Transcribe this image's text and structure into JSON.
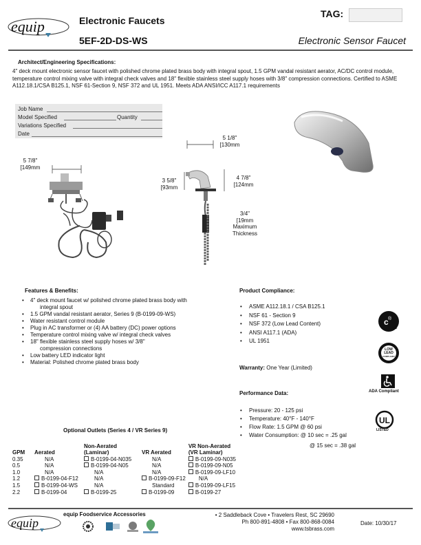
{
  "header": {
    "brand_logo_text": "equip",
    "category": "Electronic Faucets",
    "model": "5EF-2D-DS-WS",
    "product_name": "Electronic Sensor Faucet",
    "tag_label": "TAG:"
  },
  "spec": {
    "heading": "Architect/Engineering Specifications:",
    "body": "4\" deck mount electronic sensor faucet with polished chrome plated brass body with integral spout, 1.5 GPM vandal resistant aerator, AC/DC control module, temperature control mixing valve with integral check valves and 18\" flexible stainless steel supply hoses with 3/8\" compression connections.  Certified to ASME A112.18.1/CSA B125.1, NSF 61-Section 9, NSF 372 and UL 1951.  Meets ADA ANSI/ICC A117.1 requirements"
  },
  "job_fields": {
    "job_name": "Job Name",
    "model_specified": "Model Specified",
    "quantity": "Quantity",
    "variations": "Variations Specified",
    "date": "Date"
  },
  "dimensions": {
    "d1_in": "5 7/8\"",
    "d1_mm": "149mm",
    "d2_in": "5 1/8\"",
    "d2_mm": "130mm",
    "d3_in": "3 5/8\"",
    "d3_mm": "93mm",
    "d4_in": "4 7/8\"",
    "d4_mm": "124mm",
    "d5_in": "3/4\"",
    "d5_mm": "19mm",
    "d5_note1": "Maximum",
    "d5_note2": "Thickness"
  },
  "features": {
    "heading": "Features & Benefits:",
    "items": [
      "4\" deck mount faucet w/ polished chrome plated brass body with",
      "integral spout",
      "1.5 GPM vandal resistant aerator, Series 9 (B-0199-09-WS)",
      "Water resistant control module",
      "Plug in AC transformer or (4) AA battery (DC) power options",
      "Temperature control mixing valve w/ integral check valves",
      "18\"  flexible stainless steel supply hoses w/ 3/8\"",
      "compression connections",
      "Low battery LED indicator light",
      "Material:  Polished chrome plated brass body"
    ]
  },
  "compliance": {
    "heading": "Product Compliance:",
    "items": [
      "ASME A112.18.1 / CSA B125.1",
      "NSF 61 - Section 9",
      "NSF 372 (Low Lead Content)",
      "ANSI A117.1 (ADA)",
      "UL 1951"
    ],
    "warranty_label": "Warranty:",
    "warranty_value": " One Year (Limited)",
    "logos": {
      "csa_text": "us",
      "lowlead_text1": "LOW",
      "lowlead_text2": "LEAD",
      "lowlead_text3": "COMPLIANT",
      "ada_text": "ADA Compliant",
      "ul_text": "LISTED"
    }
  },
  "performance": {
    "heading": "Performance Data:",
    "items": [
      "Pressure: 20 - 125 psi",
      "Temperature: 40°F - 140°F",
      "Flow Rate:  1.5 GPM @ 60 psi",
      "Water Consumption:  @ 10 sec = .25 gal"
    ],
    "continuation": "@ 15 sec = .38 gal"
  },
  "outlets": {
    "heading": "Optional Outlets (Series 4 / VR Series 9)",
    "columns": [
      "GPM",
      "Aerated",
      "Non-Aerated\n(Laminar)",
      "VR Aerated",
      "VR Non-Aerated\n(VR Laminar)"
    ],
    "rows": [
      {
        "gpm": "0.35",
        "aerated": "N/A",
        "aerated_cb": false,
        "laminar": "B-0199-04-N035",
        "laminar_cb": true,
        "vr_aerated": "N/A",
        "vr_aerated_cb": false,
        "vr_laminar": "B-0199-09-N035",
        "vr_laminar_cb": true
      },
      {
        "gpm": "0.5",
        "aerated": "N/A",
        "aerated_cb": false,
        "laminar": "B-0199-04-N05",
        "laminar_cb": true,
        "vr_aerated": "N/A",
        "vr_aerated_cb": false,
        "vr_laminar": "B-0199-09-N05",
        "vr_laminar_cb": true
      },
      {
        "gpm": "1.0",
        "aerated": "N/A",
        "aerated_cb": false,
        "laminar": "N/A",
        "laminar_cb": false,
        "vr_aerated": "N/A",
        "vr_aerated_cb": false,
        "vr_laminar": "B-0199-09-LF10",
        "vr_laminar_cb": true
      },
      {
        "gpm": "1.2",
        "aerated": "B-0199-04-F12",
        "aerated_cb": true,
        "laminar": "N/A",
        "laminar_cb": false,
        "vr_aerated": "B-0199-09-F12",
        "vr_aerated_cb": true,
        "vr_laminar": "N/A",
        "vr_laminar_cb": false
      },
      {
        "gpm": "1.5",
        "aerated": "B-0199-04-WS",
        "aerated_cb": true,
        "laminar": "N/A",
        "laminar_cb": false,
        "vr_aerated": "Standard",
        "vr_aerated_cb": false,
        "vr_laminar": "B-0199-09-LF15",
        "vr_laminar_cb": true
      },
      {
        "gpm": "2.2",
        "aerated": "B-0199-04",
        "aerated_cb": true,
        "laminar": "B-0199-25",
        "laminar_cb": true,
        "vr_aerated": "B-0199-09",
        "vr_aerated_cb": true,
        "vr_laminar": "B-0199-27",
        "vr_laminar_cb": true
      }
    ]
  },
  "footer": {
    "accessories": "equip Foodservice Accessories",
    "address": "• 2 Saddleback Cove • Travelers Rest, SC 29690",
    "phone": "Ph 800-891-4808 • Fax 800-868-0084",
    "web": "www.tsbrass.com",
    "date": "Date: 10/30/17"
  },
  "colors": {
    "logo_blue": "#3f7fa3",
    "heading_gray": "#555555"
  }
}
